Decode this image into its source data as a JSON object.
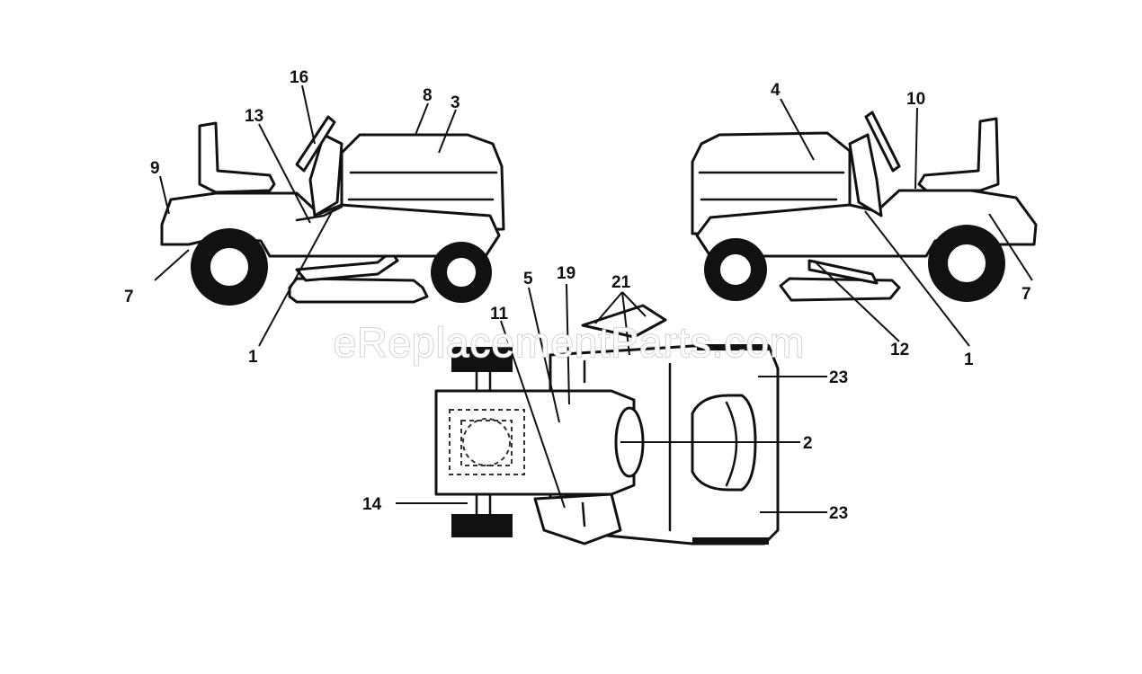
{
  "diagram": {
    "watermark": "eReplacementParts.com",
    "callouts": {
      "left_view": [
        "16",
        "8",
        "3",
        "13",
        "9",
        "7",
        "1"
      ],
      "right_view": [
        "4",
        "10",
        "7",
        "12",
        "1"
      ],
      "top_view": [
        "5",
        "19",
        "21",
        "11",
        "23",
        "2",
        "14",
        "23"
      ]
    }
  }
}
